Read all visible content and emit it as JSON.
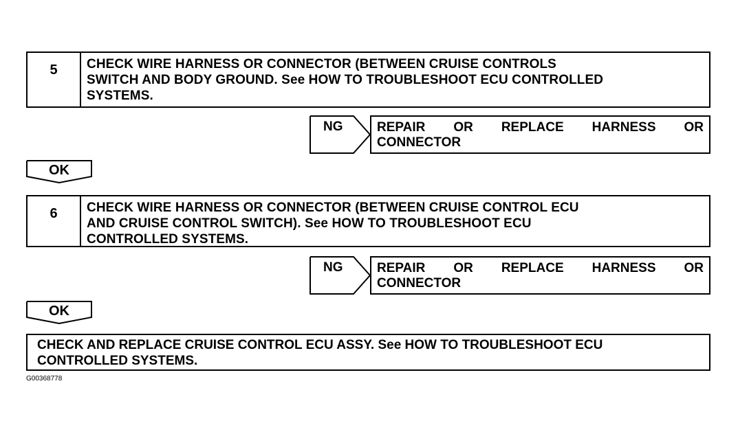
{
  "steps": [
    {
      "number": "5",
      "lines": [
        "CHECK WIRE HARNESS OR CONNECTOR (BETWEEN CRUISE CONTROLS",
        "SWITCH AND BODY GROUND.  See HOW TO TROUBLESHOOT ECU CONTROLLED",
        "SYSTEMS."
      ],
      "ng_label": "NG",
      "ng_action_words": [
        "REPAIR",
        "OR",
        "REPLACE",
        "HARNESS",
        "OR"
      ],
      "ng_action_line2": "CONNECTOR",
      "ok_label": "OK"
    },
    {
      "number": "6",
      "lines": [
        "CHECK WIRE HARNESS OR CONNECTOR (BETWEEN CRUISE CONTROL ECU",
        "AND CRUISE CONTROL SWITCH).  See HOW TO TROUBLESHOOT ECU",
        "CONTROLLED SYSTEMS."
      ],
      "ng_label": "NG",
      "ng_action_words": [
        "REPAIR",
        "OR",
        "REPLACE",
        "HARNESS",
        "OR"
      ],
      "ng_action_line2": "CONNECTOR",
      "ok_label": "OK"
    }
  ],
  "final": {
    "lines": [
      "CHECK AND REPLACE CRUISE CONTROL ECU ASSY.  See HOW TO TROUBLESHOOT ECU",
      "CONTROLLED SYSTEMS."
    ]
  },
  "figure_id": "G00368778"
}
